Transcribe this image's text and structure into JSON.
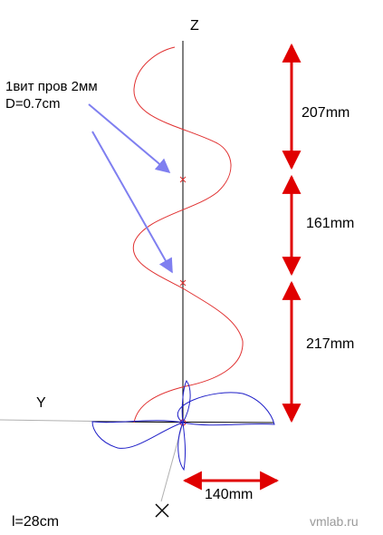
{
  "axes": {
    "z_label": "Z",
    "y_label": "Y",
    "x_label": "X"
  },
  "annotation": {
    "line1": "1вит пров 2мм",
    "line2": "D=0.7cm"
  },
  "dimensions": {
    "segment_top": "207mm",
    "segment_middle": "161mm",
    "segment_bottom": "217mm",
    "horizontal": "140mm"
  },
  "length_label": "l=28cm",
  "watermark": "vmlab.ru",
  "colors": {
    "wire": "#e03030",
    "pattern": "#2020c8",
    "dimension": "#e00000",
    "pointer": "#7f7ff0",
    "axis": "#000000"
  }
}
